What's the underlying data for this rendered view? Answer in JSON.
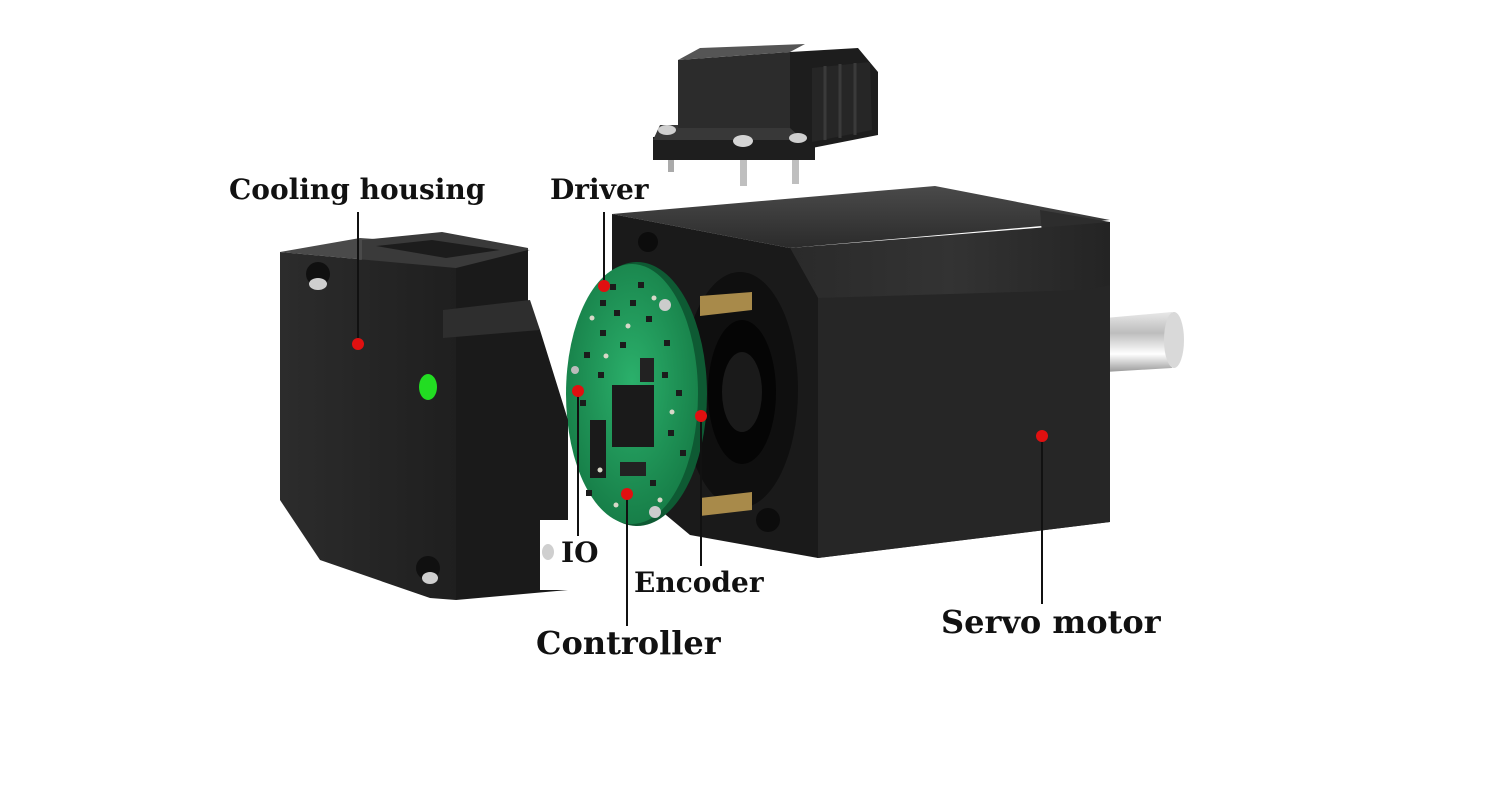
{
  "labels": {
    "cooling_housing": "Cooling housing",
    "driver": "Driver",
    "io": "IO",
    "encoder": "Encoder",
    "controller": "Controller",
    "servo_motor": "Servo motor"
  },
  "colors": {
    "marker": "#e01010",
    "led": "#22dd22",
    "pcb": "#1f9a5c",
    "body": "#2a2a2a",
    "leader_line": "#111111"
  }
}
